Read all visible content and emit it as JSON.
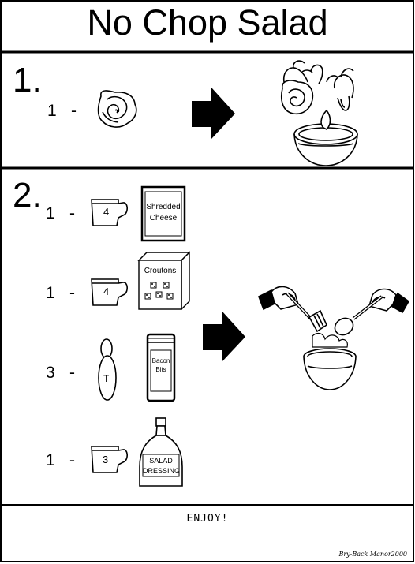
{
  "title": "No Chop Salad",
  "steps": [
    {
      "number": "1.",
      "items": [
        {
          "quantity": "1",
          "dash": "-",
          "ingredient_icon": "lettuce-head-icon"
        }
      ],
      "result_icon": "hands-tearing-lettuce-into-bowl-icon"
    },
    {
      "number": "2.",
      "items": [
        {
          "quantity": "1",
          "dash": "-",
          "measure": "4",
          "measure_icon": "measuring-cup-icon",
          "package_label": "Shredded Cheese"
        },
        {
          "quantity": "1",
          "dash": "-",
          "measure": "4",
          "measure_icon": "measuring-cup-icon",
          "package_label": "Croutons"
        },
        {
          "quantity": "3",
          "dash": "-",
          "measure": "T",
          "measure_icon": "tablespoon-icon",
          "package_label": "Bacon Bits"
        },
        {
          "quantity": "1",
          "dash": "-",
          "measure": "3",
          "measure_icon": "measuring-cup-icon",
          "package_label": "SALAD DRESSING"
        }
      ],
      "result_icon": "hands-tossing-salad-icon"
    }
  ],
  "footer": "ENJOY!",
  "credit": "Bry-Back Manor2000"
}
